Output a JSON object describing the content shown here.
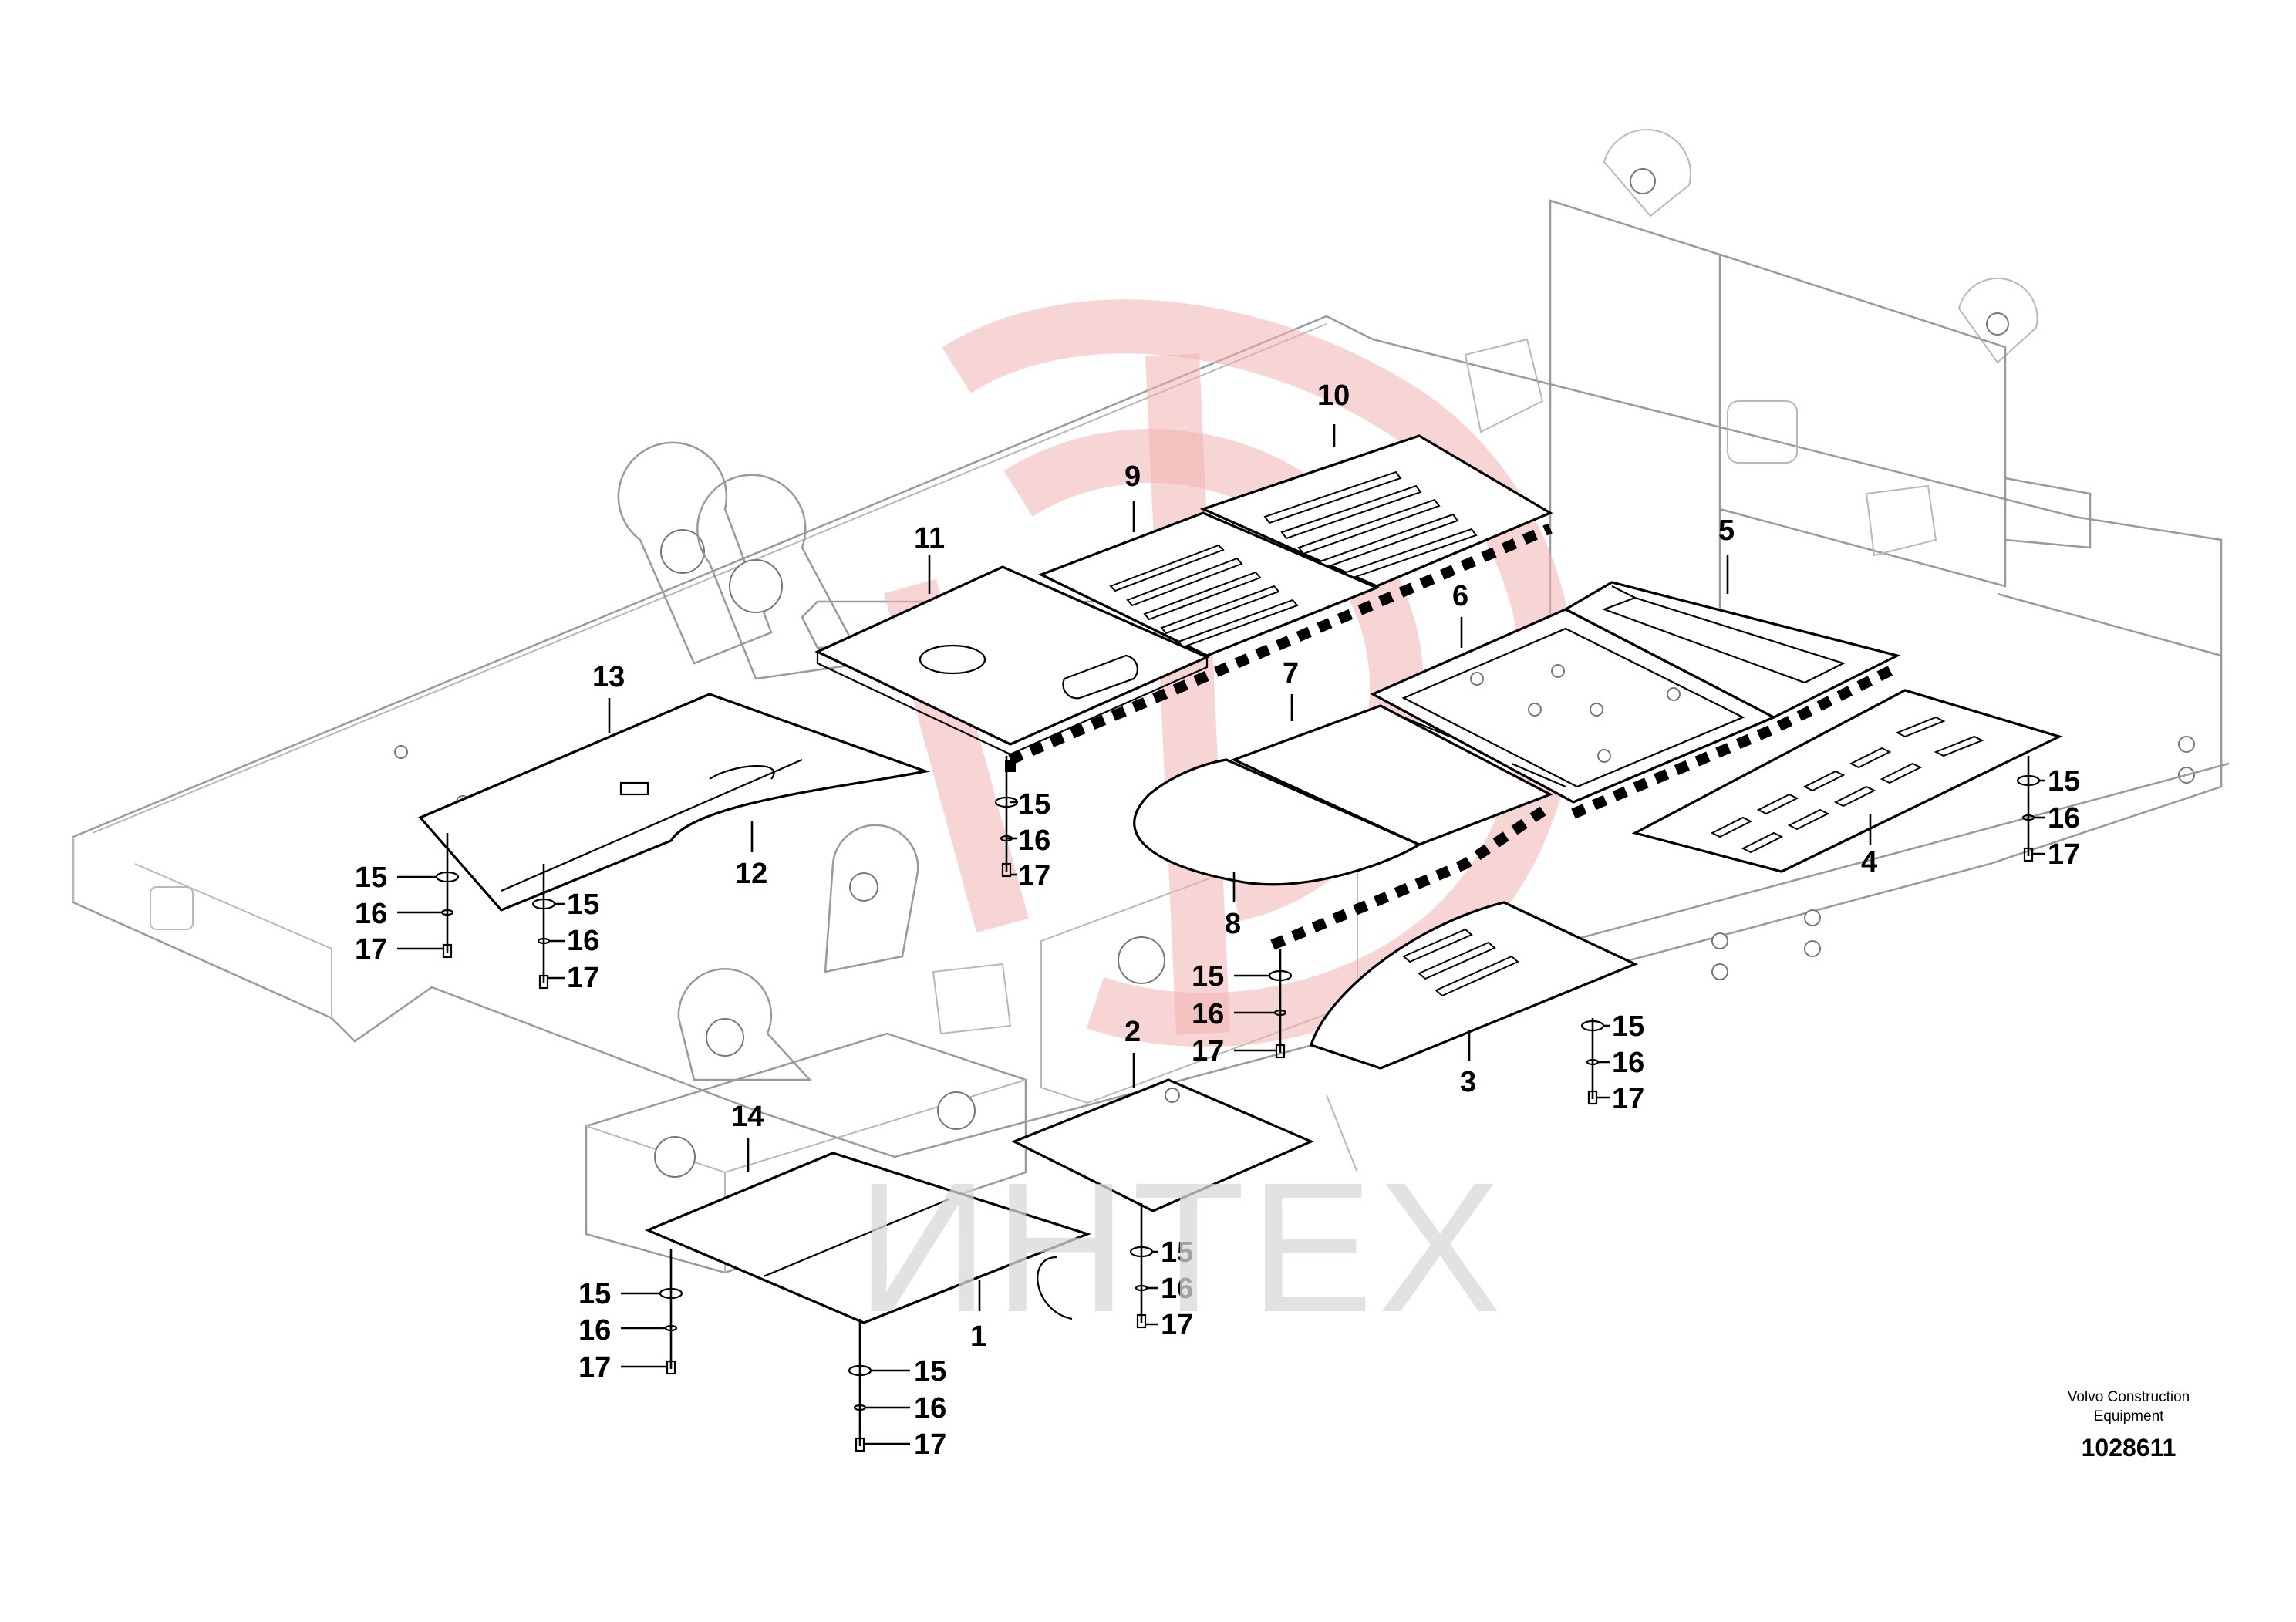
{
  "drawing": {
    "callouts": [
      {
        "id": "c1",
        "text": "1"
      },
      {
        "id": "c2",
        "text": "2"
      },
      {
        "id": "c3",
        "text": "3"
      },
      {
        "id": "c4",
        "text": "4"
      },
      {
        "id": "c5",
        "text": "5"
      },
      {
        "id": "c6",
        "text": "6"
      },
      {
        "id": "c7",
        "text": "7"
      },
      {
        "id": "c8",
        "text": "8"
      },
      {
        "id": "c9",
        "text": "9"
      },
      {
        "id": "c10",
        "text": "10"
      },
      {
        "id": "c11",
        "text": "11"
      },
      {
        "id": "c12",
        "text": "12"
      },
      {
        "id": "c13",
        "text": "13"
      },
      {
        "id": "c14",
        "text": "14"
      }
    ],
    "fastener_labels": {
      "washer_large": "15",
      "washer_small": "16",
      "bolt": "17"
    },
    "watermark_text": "ИНТЕХ"
  },
  "title_block": {
    "company_line1": "Volvo Construction",
    "company_line2": "Equipment",
    "drawing_number": "1028611"
  },
  "colors": {
    "line": "#000000",
    "frame": "#9a9a9a",
    "watermark_red": "#f3b2b2",
    "watermark_gray": "#d9d9d9"
  }
}
